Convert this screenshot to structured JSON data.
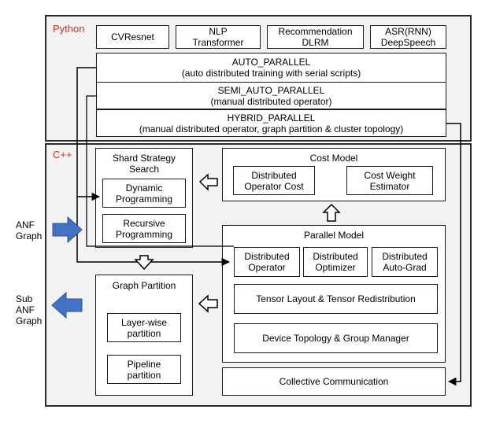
{
  "python": {
    "label": "Python",
    "models": [
      {
        "line1": "CV",
        "line2": "Resnet"
      },
      {
        "line1": "NLP",
        "line2": "Transformer"
      },
      {
        "line1": "Recommendation",
        "line2": "DLRM"
      },
      {
        "line1": "ASR(RNN)",
        "line2": "DeepSpeech"
      }
    ],
    "modes": [
      {
        "name": "AUTO_PARALLEL",
        "desc": "(auto distributed training with serial scripts)"
      },
      {
        "name": "SEMI_AUTO_PARALLEL",
        "desc": "(manual distributed operator)"
      },
      {
        "name": "HYBRID_PARALLEL",
        "desc": "(manual distributed operator, graph partition & cluster topology)"
      }
    ]
  },
  "cpp": {
    "label": "C++",
    "shard_strategy": {
      "title": "Shard Strategy\nSearch",
      "items": [
        "Dynamic\nProgramming",
        "Recursive\nProgramming"
      ]
    },
    "cost_model": {
      "title": "Cost Model",
      "items": [
        "Distributed\nOperator Cost",
        "Cost Weight\nEstimator"
      ]
    },
    "parallel_model": {
      "title": "Parallel Model",
      "items": [
        "Distributed\nOperator",
        "Distributed\nOptimizer",
        "Distributed\nAuto-Grad"
      ],
      "tensor_layout": "Tensor Layout & Tensor Redistribution",
      "device_topology": "Device Topology & Group Manager"
    },
    "graph_partition": {
      "title": "Graph Partition",
      "items": [
        "Layer-wise\npartition",
        "Pipeline\npartition"
      ]
    },
    "collective": "Collective Communication"
  },
  "inputs": {
    "anf_graph": "ANF\nGraph",
    "sub_anf_graph": "Sub\nANF\nGraph"
  },
  "colors": {
    "arrow_fill": "#4472c4",
    "lang_label": "#c0392b"
  }
}
